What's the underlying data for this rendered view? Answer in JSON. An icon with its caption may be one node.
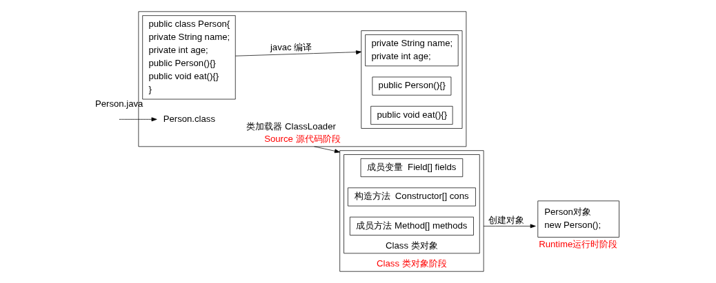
{
  "diagram": {
    "nodes": [
      {
        "text": [
          "Source 源代码阶段"
        ]
      },
      {
        "text": [
          "public class Person{",
          "private String name;",
          "private int age;",
          "public Person(){}",
          "public void eat(){}",
          "}"
        ],
        "in": 0,
        "beside": [
          "Person.java"
        ]
      },
      {
        "text": [],
        "shape": "box",
        "in": 0
      },
      {
        "text": [
          "private String name;",
          "private int age;"
        ],
        "in": 2
      },
      {
        "text": [
          "public Person(){}"
        ],
        "in": 2
      },
      {
        "text": [
          "public void eat(){}"
        ],
        "in": 2
      },
      {
        "text": [
          "Person.class"
        ],
        "in": 0
      },
      {
        "text": [
          "Class 类对象阶段"
        ]
      },
      {
        "text": [
          "Class 类对象"
        ],
        "in": 7
      },
      {
        "text": [
          "成员变量  Field[] fields"
        ],
        "in": 8
      },
      {
        "text": [
          "构造方法  Constructor[] cons"
        ],
        "in": 8
      },
      {
        "text": [
          "成员方法 Method[] methods"
        ],
        "in": 8
      },
      {
        "text": [
          "Person对象",
          "new Person();"
        ],
        "beside": [
          "Runtime运行时阶段"
        ]
      }
    ],
    "edges": [
      {
        "from": 1,
        "to": 2,
        "arrow": "to",
        "label": "javac 编译"
      },
      {
        "from": 0,
        "to": 7,
        "arrow": "to",
        "label": "类加载器 ClassLoader"
      },
      {
        "from": null,
        "to": 6,
        "arrow": "to"
      },
      {
        "from": 7,
        "to": 12,
        "arrow": "to",
        "label": "创建对象"
      }
    ]
  }
}
